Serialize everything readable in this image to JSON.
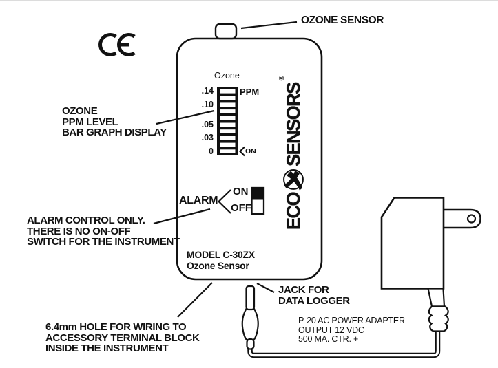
{
  "colors": {
    "ink": "#111111",
    "bg": "#ffffff"
  },
  "icons": {
    "ce_mark": "CE conformity mark",
    "emblem": "eco-sensors-bird-emblem"
  },
  "device": {
    "display_heading": "Ozone",
    "unit": "PPM",
    "ticks": [
      ".14",
      ".10",
      ".05",
      ".03",
      "0"
    ],
    "bar_on": "ON",
    "alarm": {
      "label": "ALARM",
      "on": "ON",
      "off": "OFF"
    },
    "model": {
      "line1": "MODEL C-30ZX",
      "line2": "Ozone Sensor"
    },
    "logo": {
      "eco": "ECO",
      "sensors": "SENSORS",
      "reg": "®"
    }
  },
  "annotations": {
    "ozone_sensor": "OZONE SENSOR",
    "bar_graph": [
      "OZONE",
      "PPM LEVEL",
      "BAR GRAPH DISPLAY"
    ],
    "alarm_note": [
      "ALARM CONTROL ONLY.",
      "THERE IS NO ON-OFF",
      "SWITCH FOR THE INSTRUMENT"
    ],
    "hole_note": [
      "6.4mm HOLE FOR WIRING TO",
      "ACCESSORY TERMINAL BLOCK",
      "INSIDE THE INSTRUMENT"
    ],
    "jack_note": [
      "JACK FOR",
      "DATA LOGGER"
    ],
    "adapter_note": [
      "P-20 AC POWER ADAPTER",
      "OUTPUT 12 VDC",
      "500 MA. CTR. +"
    ]
  }
}
